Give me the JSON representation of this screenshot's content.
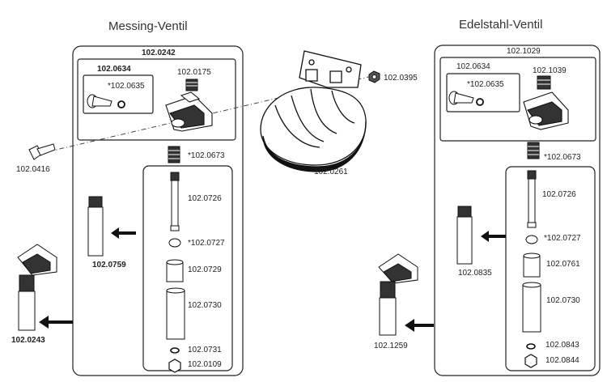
{
  "titles": {
    "left": "Messing-Ventil",
    "right": "Edelstahl-Ventil"
  },
  "left": {
    "assembly": "102.0242",
    "screw_kit": "102.0634",
    "screw_nut": "*102.0635",
    "cap": "102.0175",
    "spring": "*102.0673",
    "pin": "102.0726",
    "washer": "*102.0727",
    "nut": "102.0729",
    "sleeve": "102.0730",
    "small_washer": "102.0731",
    "bottom_nut": "102.0109",
    "extension": "102.0759",
    "complete_valve": "102.0243"
  },
  "right": {
    "assembly": "102.1029",
    "screw_kit": "102.0634",
    "screw_nut": "*102.0635",
    "cap": "102.1039",
    "spring": "*102.0673",
    "pin": "102.0726",
    "washer": "*102.0727",
    "nut": "102.0761",
    "sleeve": "102.0730",
    "small_washer": "102.0843",
    "bottom_nut": "102.0844",
    "extension": "102.0835",
    "complete_valve": "102.1259"
  },
  "center": {
    "bowl": "102.0261",
    "bowl_nut": "102.0395",
    "bolt": "102.0416"
  }
}
